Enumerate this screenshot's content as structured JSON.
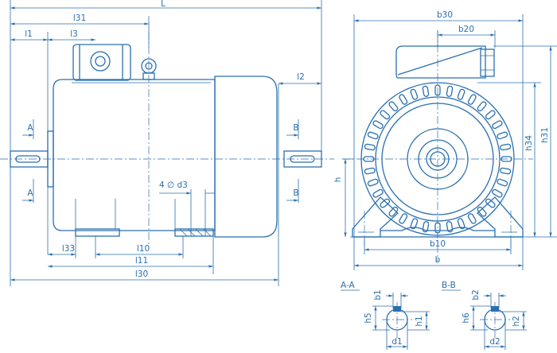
{
  "labels": {
    "L": "L",
    "l31_top": "l31",
    "l1": "l1",
    "l3": "l3",
    "l2": "l2",
    "A_top": "A",
    "A_bottom": "A",
    "B_top": "B",
    "B_bottom": "B",
    "hole": "4 ∅ d3",
    "l33": "l33",
    "l10": "l10",
    "l11": "l11",
    "l30": "l30",
    "b30": "b30",
    "b20": "b20",
    "h34": "h34",
    "h31": "h31",
    "h": "h",
    "b10": "b10",
    "b": "b"
  },
  "sections": {
    "aa": {
      "title": "A-A",
      "b": "b1",
      "h_left": "h5",
      "h_right": "h1",
      "d": "d1"
    },
    "bb": {
      "title": "B-B",
      "b": "b2",
      "h_left": "h6",
      "h_right": "h2",
      "d": "d2"
    }
  },
  "colors": {
    "line": "#2a6fb0",
    "background": "#ffffff"
  }
}
